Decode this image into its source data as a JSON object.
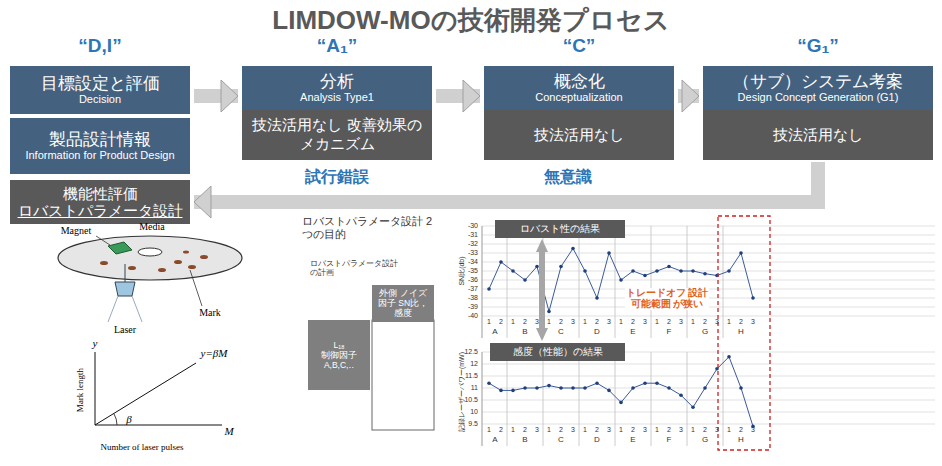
{
  "diagram": {
    "title": "LIMDOW-MOの技術開発プロセス",
    "nodes": [
      {
        "text": [
          "“D,I”",
          "目標設定と評価",
          "Decision"
        ]
      },
      {
        "text": [
          "製品設計情報",
          "Information for Product Design"
        ]
      },
      {
        "text": [
          "機能性評価",
          "ロバストパラメータ設計"
        ]
      },
      {
        "text": [
          "“A₁”",
          "分析",
          "Analysis Type1",
          "技法活用なし 改善効果のメカニズム"
        ]
      },
      {
        "text": [
          "“C”",
          "概念化",
          "Conceptualization",
          "技法活用なし"
        ]
      },
      {
        "text": [
          "“G₁”",
          "（サブ）システム考案",
          "Design Concept Generation (G1)",
          "技法活用なし"
        ]
      },
      {
        "text": [
          "外側 ノイズ因子 SN比，感度"
        ]
      },
      {
        "text": [
          "L₁₈",
          "制御因子 A,B,C,‥"
        ]
      },
      {
        "text": [
          "ロバスト性の結果"
        ]
      },
      {
        "text": [
          "感度（性能）の結果"
        ]
      }
    ],
    "edges": [
      {
        "from": 0,
        "to": 3,
        "arrow": "to"
      },
      {
        "from": 3,
        "to": 4,
        "arrow": "to"
      },
      {
        "from": 4,
        "to": 5,
        "arrow": "to"
      },
      {
        "from": 5,
        "to": 2,
        "arrow": "to"
      }
    ],
    "labels": [
      "試行錯誤",
      "無意識",
      "ロバストパラメータ設計 2つの目的",
      "ロバストパラメータ設計の計画",
      "トレードオフ 設計可能範囲 が狭い",
      "SN比(db)",
      "記録レーザーパワー(mW)",
      "Media",
      "Magnet",
      "Mark",
      "Laser",
      "y",
      "Mark length",
      "M",
      "Number of laser pulses",
      "y=βM",
      "β",
      "-30",
      "-31",
      "-32",
      "-33",
      "-34",
      "-35",
      "-36",
      "-37",
      "-38",
      "-39",
      "-40",
      "12.5",
      "12",
      "11.5",
      "11",
      "10.5",
      "10",
      "9.5",
      "1",
      "2",
      "1",
      "2",
      "3",
      "1",
      "2",
      "3",
      "1",
      "2",
      "3",
      "1",
      "2",
      "3",
      "1",
      "2",
      "3",
      "1",
      "2",
      "3",
      "1",
      "2",
      "3",
      "A",
      "B",
      "C",
      "D",
      "E",
      "F",
      "G",
      "H",
      "1",
      "2",
      "1",
      "2",
      "3",
      "1",
      "2",
      "3",
      "1",
      "2",
      "3",
      "1",
      "2",
      "3",
      "1",
      "2",
      "3",
      "1",
      "2",
      "3",
      "1",
      "2",
      "3",
      "A",
      "B",
      "C",
      "D",
      "E",
      "F",
      "G",
      "H"
    ]
  }
}
